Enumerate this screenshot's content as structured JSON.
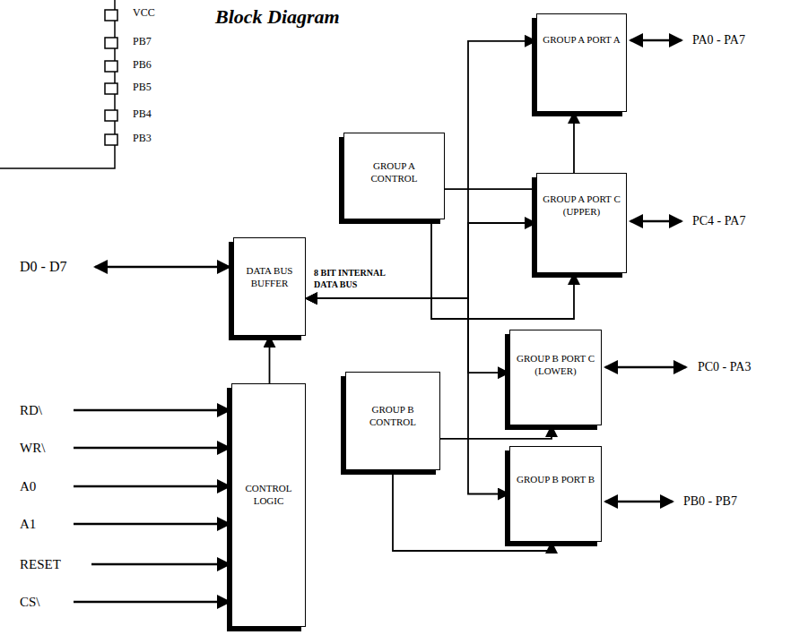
{
  "diagram": {
    "title": "Block Diagram",
    "nodes": [
      {
        "text": [
          "GROUP A PORT A"
        ]
      },
      {
        "text": [
          "GROUP A CONTROL"
        ]
      },
      {
        "text": [
          "GROUP A PORT C (UPPER)"
        ]
      },
      {
        "text": [
          "DATA BUS BUFFER"
        ]
      },
      {
        "text": [
          "GROUP B PORT C (LOWER)"
        ]
      },
      {
        "text": [
          "GROUP B CONTROL"
        ]
      },
      {
        "text": [
          "CONTROL LOGIC"
        ]
      },
      {
        "text": [
          "GROUP B PORT B"
        ]
      }
    ],
    "edges": [
      {
        "from": 3,
        "to": 0,
        "arrow": "both"
      },
      {
        "from": 3,
        "to": 2,
        "arrow": "both"
      },
      {
        "from": 3,
        "to": 4,
        "arrow": "both"
      },
      {
        "from": 3,
        "to": 7,
        "arrow": "both"
      },
      {
        "from": 6,
        "to": 3,
        "arrow": "to"
      },
      {
        "from": 1,
        "to": 0,
        "arrow": "to"
      },
      {
        "from": 1,
        "to": 2,
        "arrow": "to"
      },
      {
        "from": 5,
        "to": 4,
        "arrow": "to"
      },
      {
        "from": 5,
        "to": 7,
        "arrow": "to"
      }
    ],
    "labels": [
      "VCC",
      "PB7",
      "PB6",
      "PB5",
      "PB4",
      "PB3",
      "D0 - D7",
      "RD\\",
      "WR\\",
      "A0",
      "A1",
      "RESET",
      "CS\\",
      "8 BIT INTERNAL DATA BUS",
      "PA0 - PA7",
      "PC4 - PA7",
      "PC0 - PA3",
      "PB0 - PB7"
    ]
  }
}
